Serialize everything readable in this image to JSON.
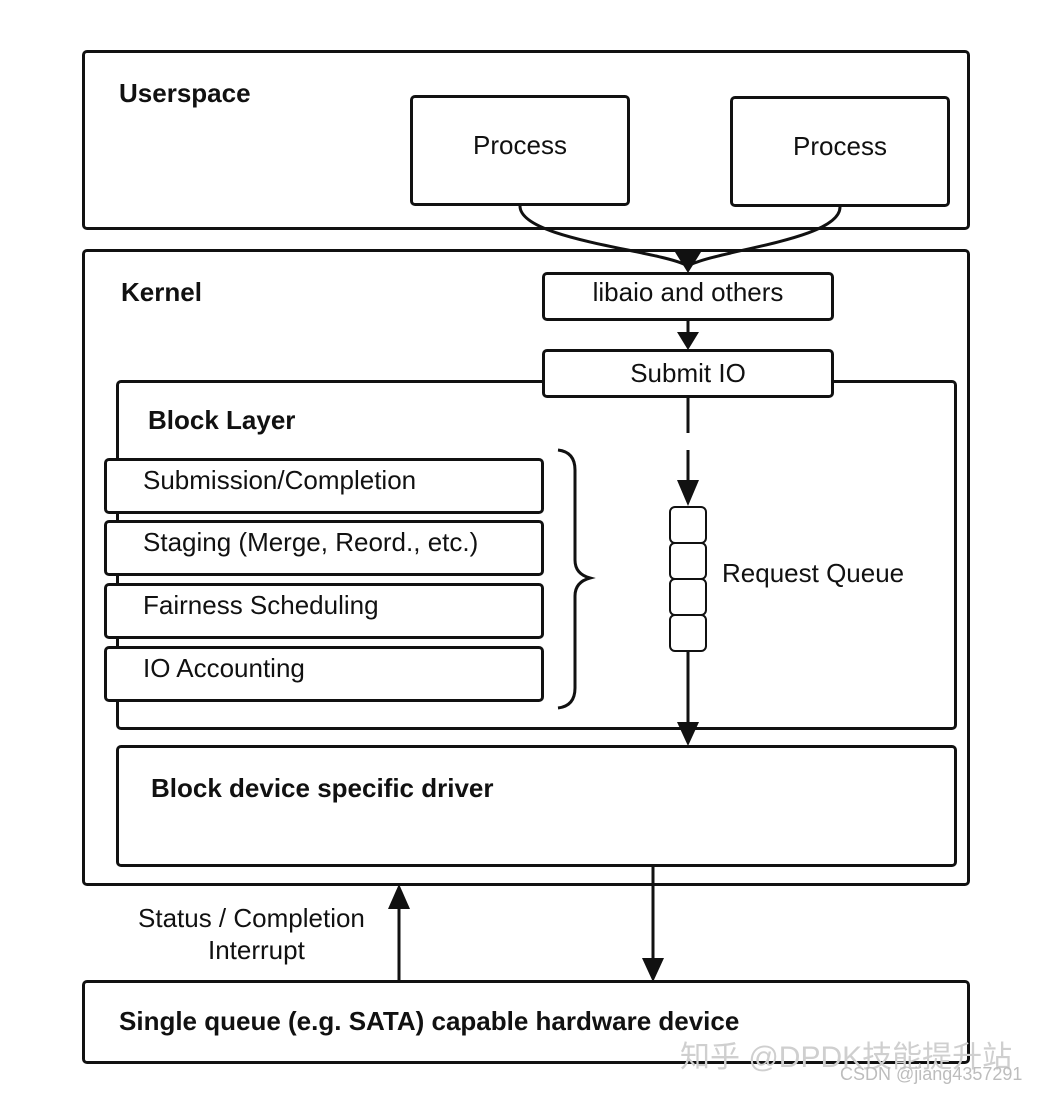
{
  "userspace": {
    "title": "Userspace",
    "process_left": "Process",
    "process_right": "Process"
  },
  "kernel": {
    "title": "Kernel",
    "libaio": "libaio and others",
    "submit_io": "Submit IO"
  },
  "block_layer": {
    "title": "Block Layer",
    "layers": [
      "Submission/Completion",
      "Staging (Merge, Reord., etc.)",
      "Fairness Scheduling",
      "IO Accounting"
    ],
    "request_queue_label": "Request Queue",
    "queue_slots": 4
  },
  "driver": {
    "title": "Block device specific driver"
  },
  "interrupt": {
    "line1": "Status / Completion",
    "line2": "Interrupt"
  },
  "hardware": {
    "title": "Single queue (e.g. SATA) capable hardware device"
  },
  "watermarks": {
    "zhihu": "知乎 @DPDK技能提升站",
    "csdn": "CSDN @jiang4357291"
  }
}
